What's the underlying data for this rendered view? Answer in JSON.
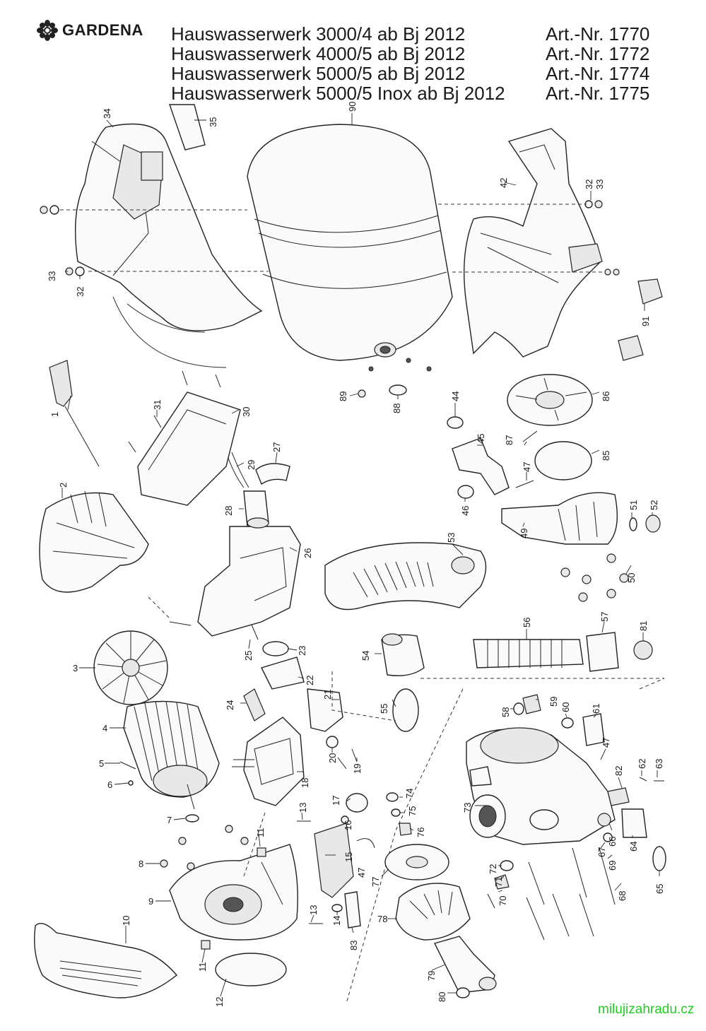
{
  "brand": {
    "name": "GARDENA"
  },
  "models": [
    {
      "title": "Hauswasserwerk 3000/4 ab Bj 2012",
      "art": "Art.-Nr. 1770"
    },
    {
      "title": "Hauswasserwerk 4000/5 ab Bj 2012",
      "art": "Art.-Nr. 1772"
    },
    {
      "title": "Hauswasserwerk 5000/5 ab Bj 2012",
      "art": "Art.-Nr. 1774"
    },
    {
      "title": "Hauswasserwerk 5000/5 Inox ab Bj 2012",
      "art": "Art.-Nr. 1775"
    }
  ],
  "parts": {
    "p1": "1",
    "p2": "2",
    "p3": "3",
    "p4": "4",
    "p5": "5",
    "p6": "6",
    "p7": "7",
    "p8": "8",
    "p9": "9",
    "p10": "10",
    "p11a": "11",
    "p11b": "11",
    "p12": "12",
    "p13a": "13",
    "p13b": "13",
    "p14": "14",
    "p15": "15",
    "p16": "16",
    "p17": "17",
    "p18": "18",
    "p19": "19",
    "p20": "20",
    "p21": "21",
    "p22": "22",
    "p23": "23",
    "p24": "24",
    "p25": "25",
    "p26": "26",
    "p27": "27",
    "p28": "28",
    "p29": "29",
    "p30": "30",
    "p31": "31",
    "p32a": "32",
    "p32b": "32",
    "p33a": "33",
    "p33b": "33",
    "p34": "34",
    "p35": "35",
    "p42": "42",
    "p44": "44",
    "p45": "45",
    "p46": "46",
    "p47a": "47",
    "p47b": "47",
    "p47c": "47",
    "p49": "49",
    "p50": "50",
    "p51": "51",
    "p52": "52",
    "p53": "53",
    "p54": "54",
    "p55": "55",
    "p56": "56",
    "p57": "57",
    "p58": "58",
    "p59": "59",
    "p60": "60",
    "p61": "61",
    "p62": "62",
    "p63": "63",
    "p64": "64",
    "p65": "65",
    "p66": "66",
    "p67": "67",
    "p68": "68",
    "p69": "69",
    "p70": "70",
    "p71": "71",
    "p72": "72",
    "p73": "73",
    "p74": "74",
    "p75": "75",
    "p76": "76",
    "p77": "77",
    "p78": "78",
    "p79": "79",
    "p80": "80",
    "p81": "81",
    "p82": "82",
    "p83": "83",
    "p85": "85",
    "p86": "86",
    "p87": "87",
    "p88": "88",
    "p89": "89",
    "p90": "90",
    "p91": "91"
  },
  "watermark": "milujizahradu.cz",
  "colors": {
    "watermark": "#22cc22",
    "line": "#222222"
  }
}
